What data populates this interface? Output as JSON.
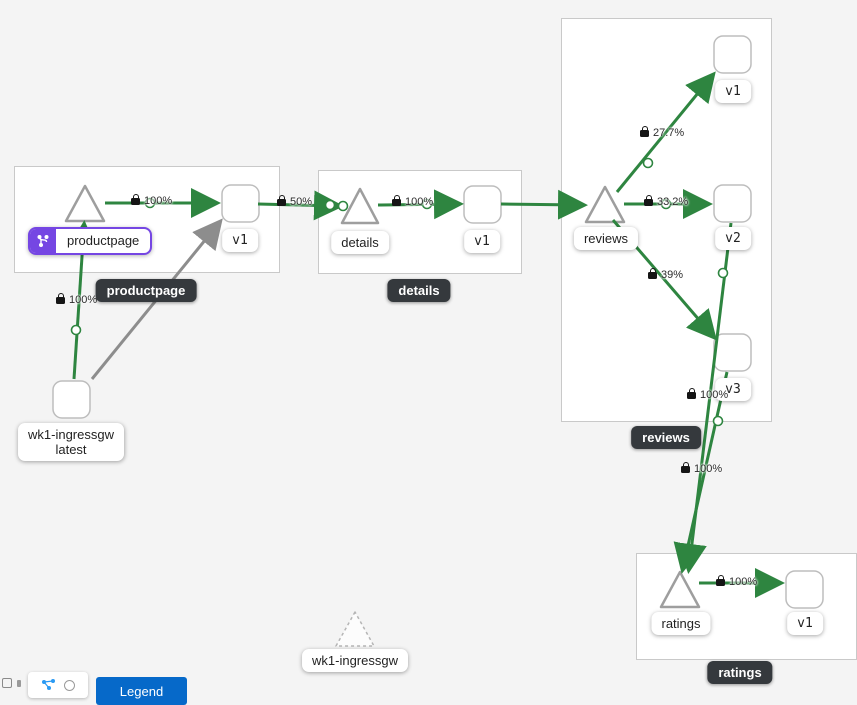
{
  "graph": {
    "groups": [
      {
        "badge": "productpage",
        "service": "productpage",
        "versions": [
          "v1"
        ]
      },
      {
        "badge": "details",
        "service": "details",
        "versions": [
          "v1"
        ]
      },
      {
        "badge": "reviews",
        "service": "reviews",
        "versions": [
          "v1",
          "v2",
          "v3"
        ]
      },
      {
        "badge": "ratings",
        "service": "ratings",
        "versions": [
          "v1"
        ]
      }
    ],
    "nodes": {
      "ingress_workload": {
        "line1": "wk1-ingressgw",
        "line2": "latest"
      },
      "idle_service": {
        "label": "wk1-ingressgw"
      }
    },
    "edges": [
      {
        "from": "wk1-ingressgw latest",
        "to": "productpage",
        "pct": "100%",
        "mtls": true
      },
      {
        "from": "wk1-ingressgw latest",
        "to": "productpage v1",
        "mtls": false
      },
      {
        "from": "productpage",
        "to": "productpage v1",
        "pct": "100%",
        "mtls": true
      },
      {
        "from": "productpage v1",
        "to": "details",
        "pct": "50%",
        "mtls": true
      },
      {
        "from": "details",
        "to": "details v1",
        "pct": "100%",
        "mtls": true
      },
      {
        "from": "details v1",
        "to": "reviews",
        "mtls": false
      },
      {
        "from": "reviews",
        "to": "reviews v1",
        "pct": "27.7%",
        "mtls": true
      },
      {
        "from": "reviews",
        "to": "reviews v2",
        "pct": "33.2%",
        "mtls": true
      },
      {
        "from": "reviews",
        "to": "reviews v3",
        "pct": "39%",
        "mtls": true
      },
      {
        "from": "reviews v3",
        "to": "ratings",
        "pct": "100%",
        "mtls": true
      },
      {
        "from": "reviews v2",
        "to": "ratings",
        "pct": "100%",
        "mtls": true
      },
      {
        "from": "ratings",
        "to": "ratings v1",
        "pct": "100%",
        "mtls": true
      }
    ]
  },
  "toolbar": {
    "legend_label": "Legend"
  },
  "colors": {
    "edge_green": "#2e8540",
    "edge_gray": "#8d8d8d",
    "accent_purple": "#7546e3",
    "badge_dark": "#35393d",
    "button_blue": "#0669c9"
  }
}
